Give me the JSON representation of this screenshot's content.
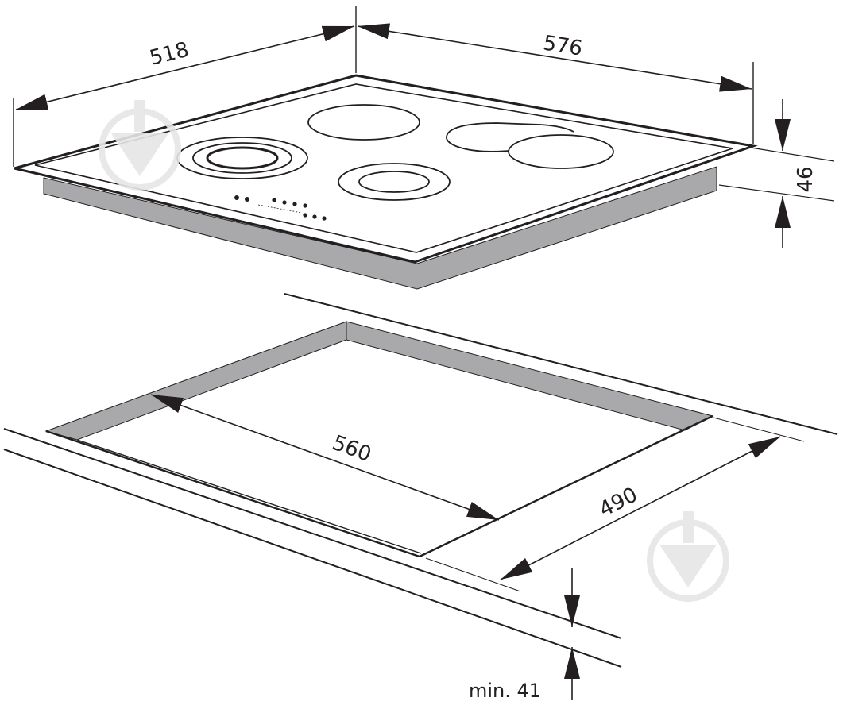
{
  "colors": {
    "line": "#231f20",
    "side": "#a9a9ab",
    "white": "#ffffff",
    "watermark": "#e6e6e6"
  },
  "dimensions": {
    "hob_depth": "518",
    "hob_width": "576",
    "hob_height": "46",
    "cutout_width": "560",
    "cutout_depth": "490",
    "countertop_min": "min. 41"
  },
  "icons": {
    "watermark": "download-icon"
  }
}
